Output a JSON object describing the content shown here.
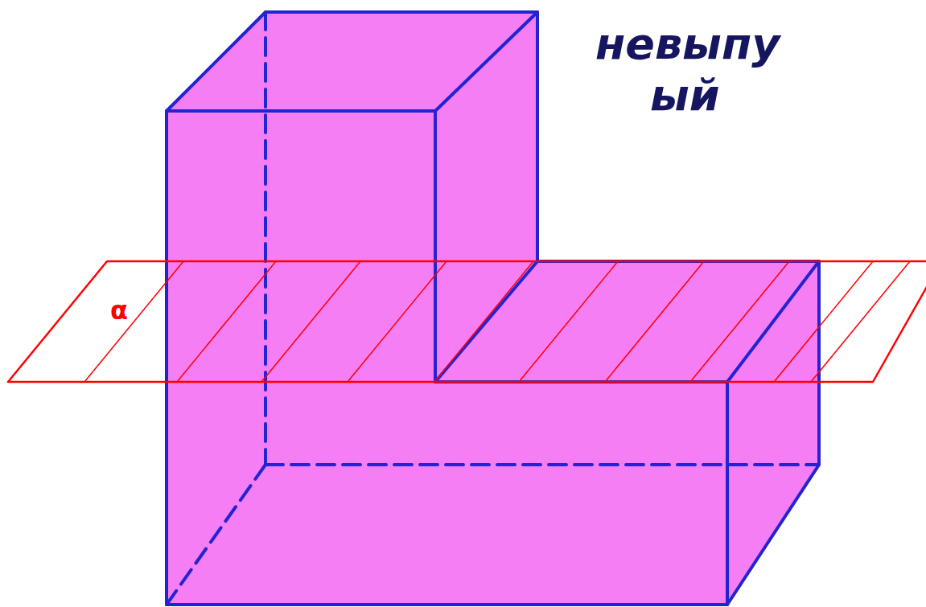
{
  "diagram": {
    "labels": [
      "невыпу",
      "ый",
      "α"
    ]
  }
}
